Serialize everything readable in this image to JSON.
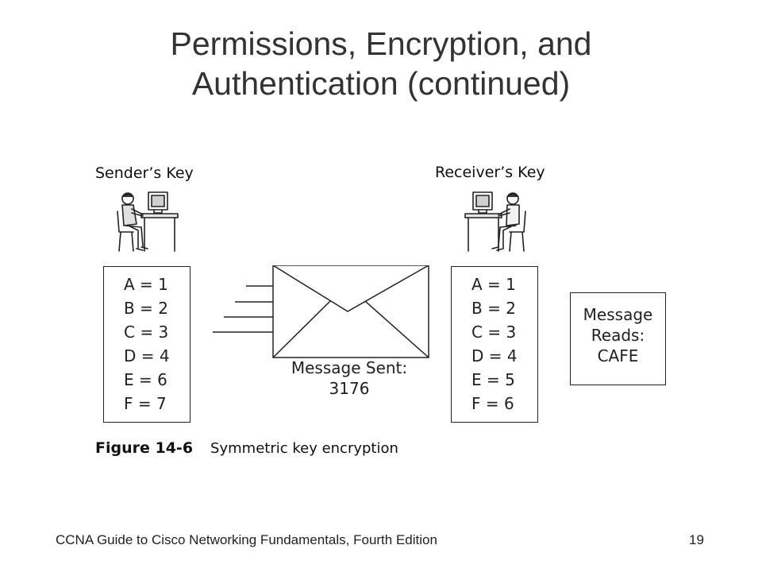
{
  "slide": {
    "title_line1": "Permissions, Encryption, and",
    "title_line2": "Authentication (continued)"
  },
  "figure": {
    "sender_label": "Sender’s Key",
    "receiver_label": "Receiver’s Key",
    "sender_key": [
      "A = 1",
      "B = 2",
      "C = 3",
      "D = 4",
      "E = 6",
      "F = 7"
    ],
    "receiver_key": [
      "A = 1",
      "B = 2",
      "C = 3",
      "D = 4",
      "E = 5",
      "F = 6"
    ],
    "message_sent_label": "Message Sent:",
    "message_sent_value": "3176",
    "message_reads": [
      "Message",
      "Reads:",
      "CAFE"
    ],
    "caption_number": "Figure 14-6",
    "caption_text": "Symmetric key encryption"
  },
  "footer": {
    "book": "CCNA Guide to Cisco Networking Fundamentals, Fourth Edition",
    "page": "19"
  }
}
